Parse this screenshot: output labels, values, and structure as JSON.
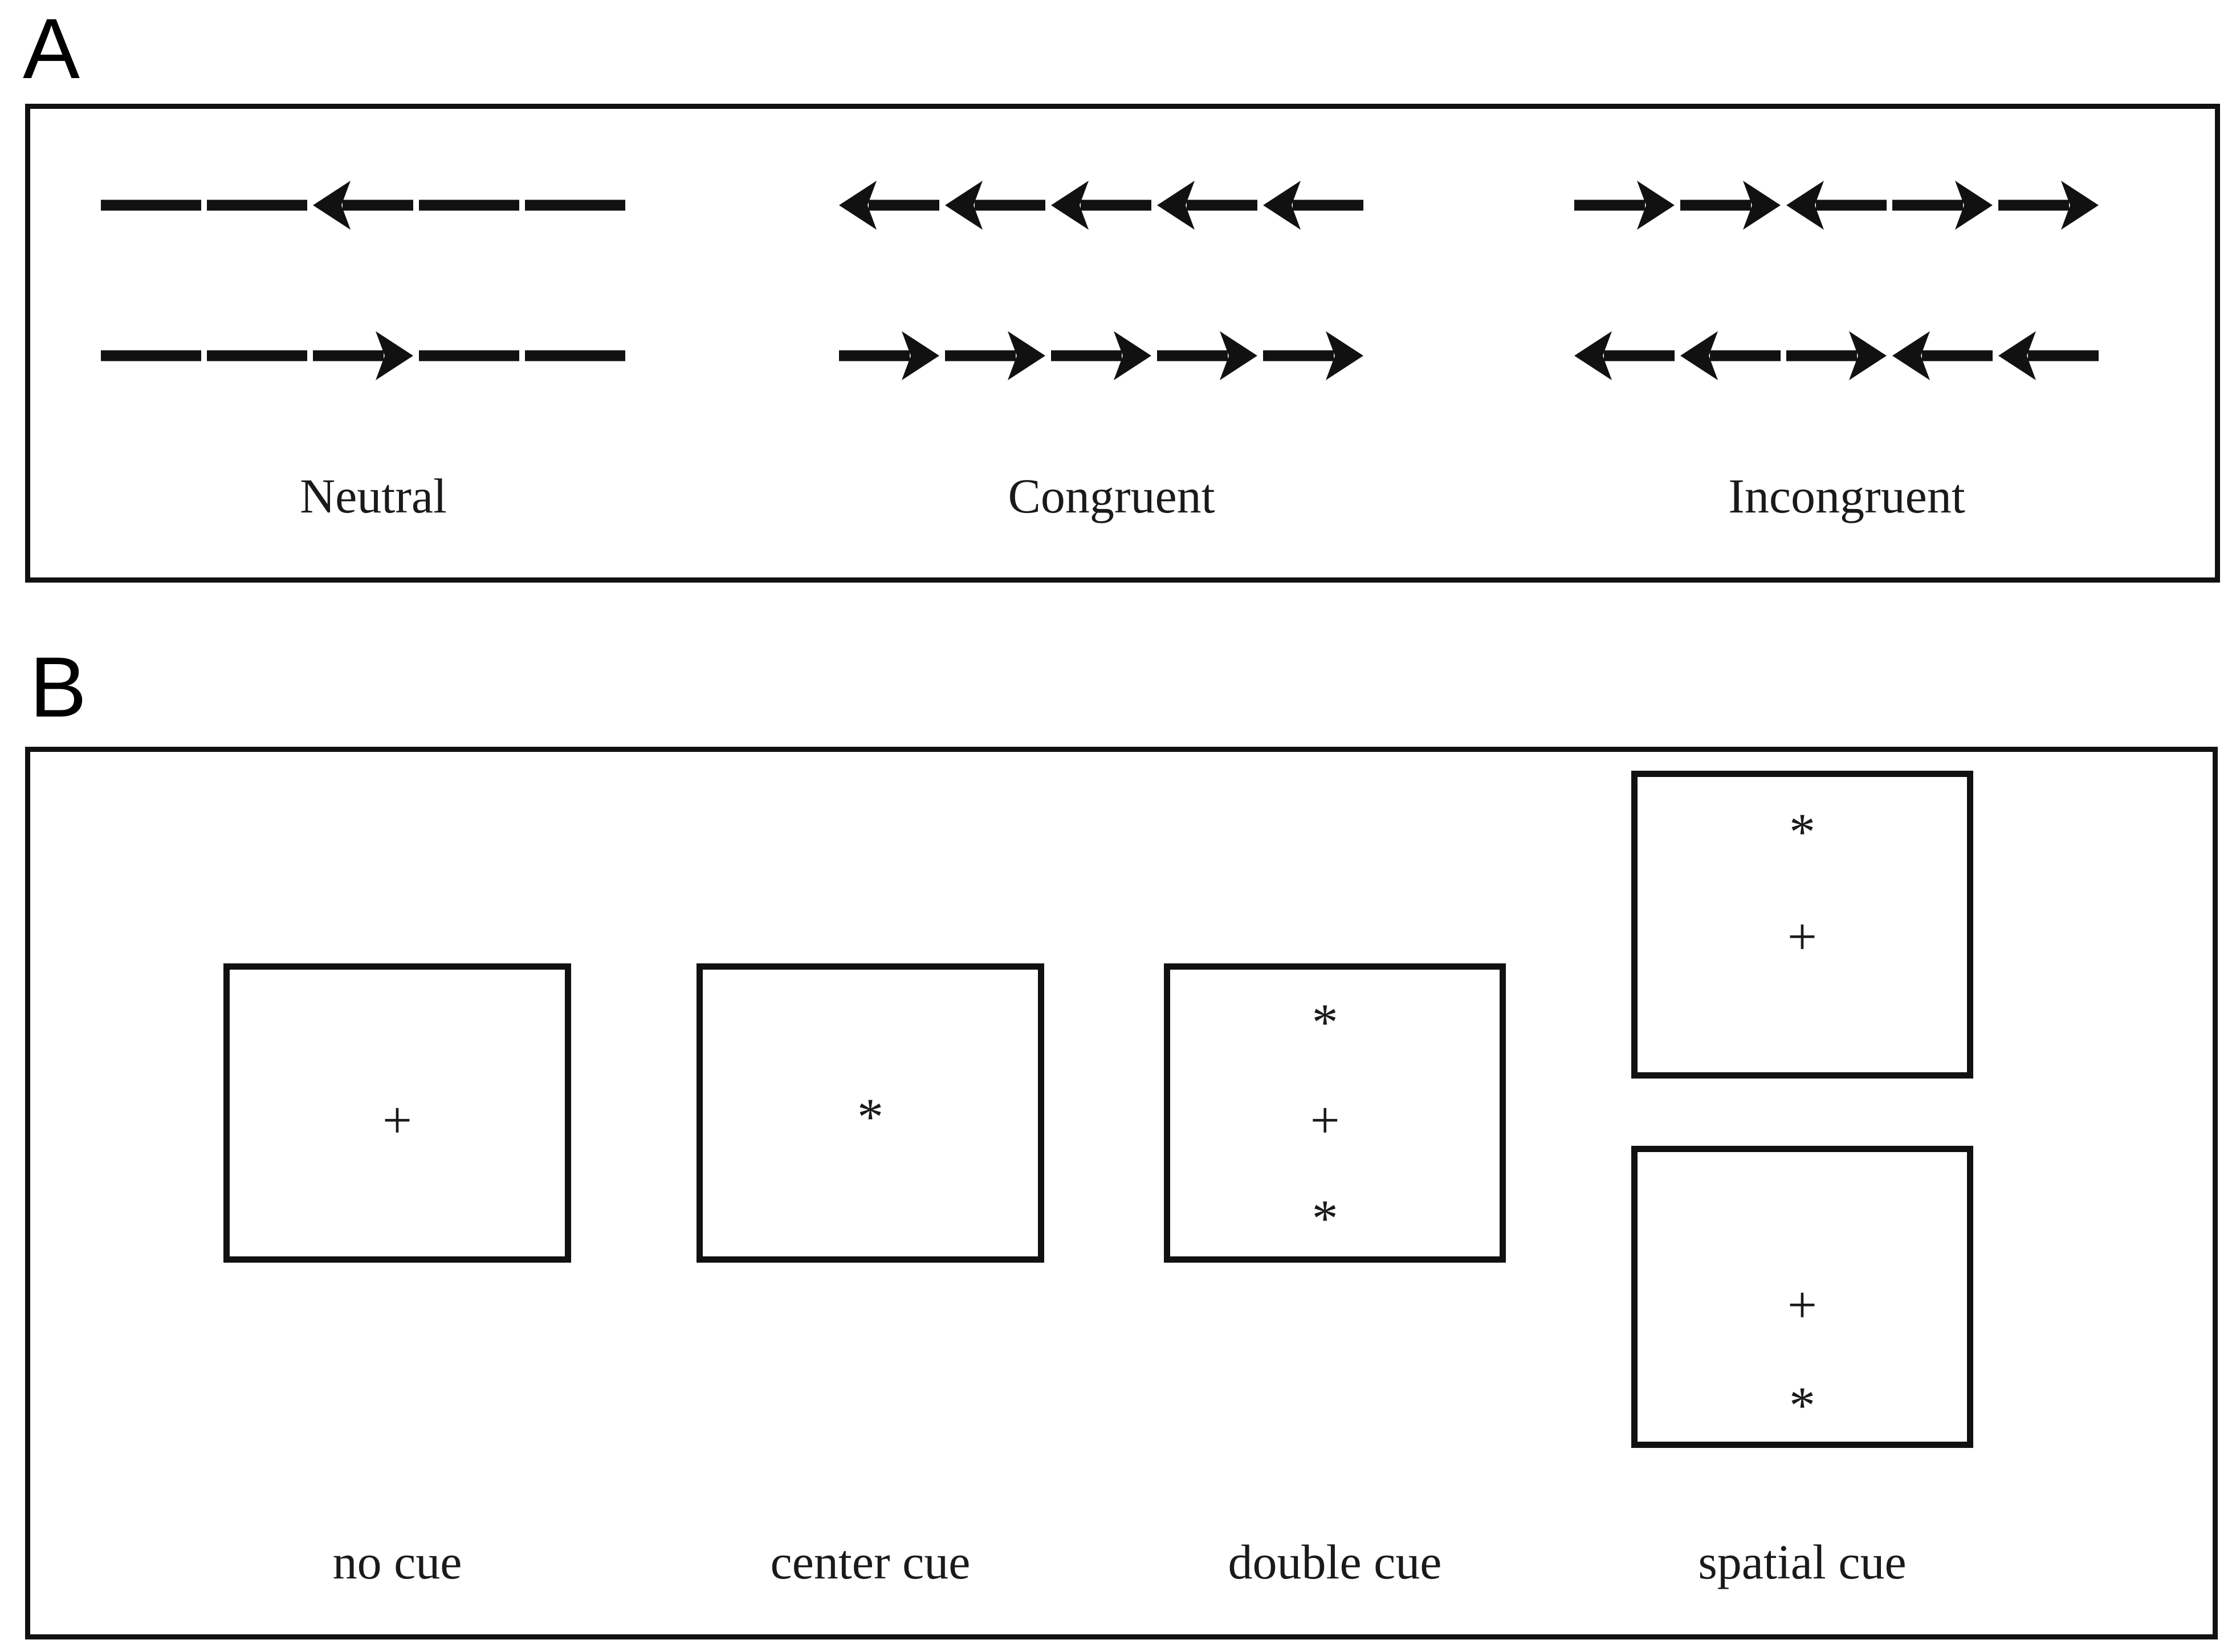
{
  "figure": {
    "panels": [
      {
        "id": "A",
        "letter": "A"
      },
      {
        "id": "B",
        "letter": "B"
      }
    ]
  },
  "panel_a": {
    "letter": "A",
    "description": "Flanker task arrow stimuli: three congruency conditions, each shown as two rows of five horizontal elements.",
    "conditions": [
      {
        "key": "neutral",
        "label": "Neutral",
        "rows": [
          {
            "elements": [
              "line",
              "line",
              "arrow-left",
              "line",
              "line"
            ]
          },
          {
            "elements": [
              "line",
              "line",
              "arrow-right",
              "line",
              "line"
            ]
          }
        ]
      },
      {
        "key": "congruent",
        "label": "Congruent",
        "rows": [
          {
            "elements": [
              "arrow-left",
              "arrow-left",
              "arrow-left",
              "arrow-left",
              "arrow-left"
            ]
          },
          {
            "elements": [
              "arrow-right",
              "arrow-right",
              "arrow-right",
              "arrow-right",
              "arrow-right"
            ]
          }
        ]
      },
      {
        "key": "incongruent",
        "label": "Incongruent",
        "rows": [
          {
            "elements": [
              "arrow-right",
              "arrow-right",
              "arrow-left",
              "arrow-right",
              "arrow-right"
            ]
          },
          {
            "elements": [
              "arrow-left",
              "arrow-left",
              "arrow-right",
              "arrow-left",
              "arrow-left"
            ]
          }
        ]
      }
    ]
  },
  "panel_b": {
    "letter": "B",
    "description": "Cue conditions of the Attention Network Test, each drawn as a display frame containing a fixation cross and/or asterisk cues.",
    "symbols": {
      "fixation": "+",
      "cue": "*"
    },
    "conditions": [
      {
        "key": "no-cue",
        "label": "no cue",
        "boxes": [
          {
            "contents": [
              {
                "symbol": "+",
                "position": "center"
              }
            ]
          }
        ]
      },
      {
        "key": "center-cue",
        "label": "center cue",
        "boxes": [
          {
            "contents": [
              {
                "symbol": "*",
                "position": "center"
              }
            ]
          }
        ]
      },
      {
        "key": "double-cue",
        "label": "double cue",
        "boxes": [
          {
            "contents": [
              {
                "symbol": "*",
                "position": "above"
              },
              {
                "symbol": "+",
                "position": "center"
              },
              {
                "symbol": "*",
                "position": "below"
              }
            ]
          }
        ]
      },
      {
        "key": "spatial-cue",
        "label": "spatial cue",
        "boxes": [
          {
            "contents": [
              {
                "symbol": "*",
                "position": "above"
              },
              {
                "symbol": "+",
                "position": "center"
              }
            ]
          },
          {
            "contents": [
              {
                "symbol": "+",
                "position": "center"
              },
              {
                "symbol": "*",
                "position": "below"
              }
            ]
          }
        ]
      }
    ]
  },
  "colors": {
    "ink": "#111111",
    "text": "#1a1a1a",
    "background": "#ffffff"
  }
}
